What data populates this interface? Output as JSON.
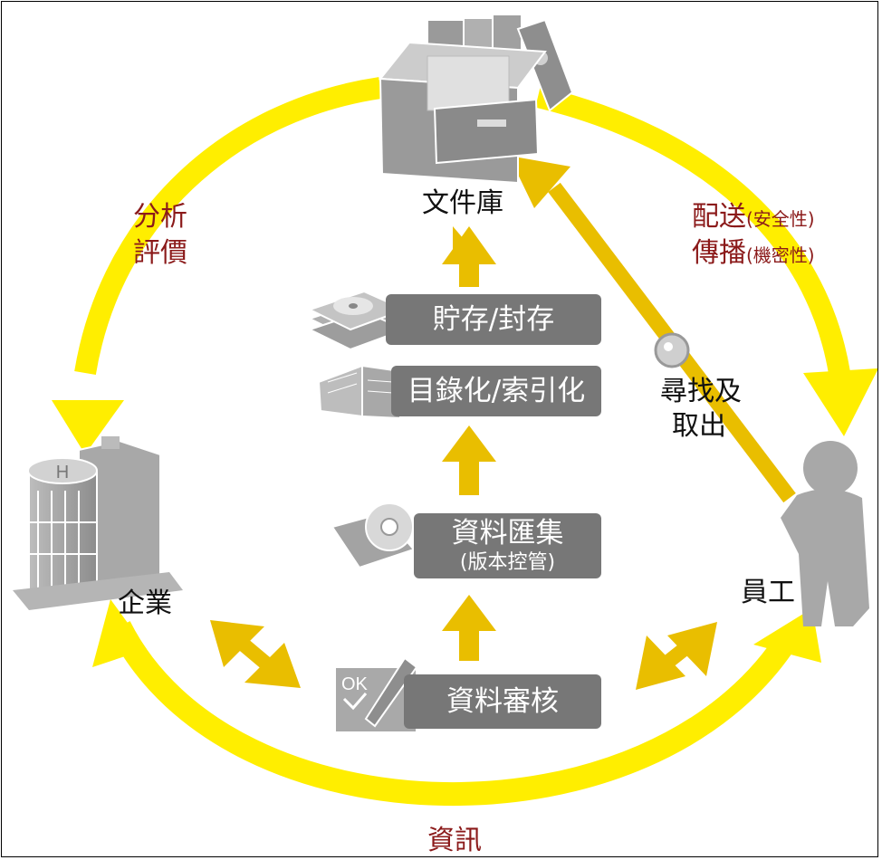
{
  "nodes": {
    "repository": "文件庫",
    "enterprise": "企業",
    "employee": "員工"
  },
  "cycle": {
    "left_label_line1": "分析",
    "left_label_line2": "評價",
    "right_label_line1_main": "配送",
    "right_label_line1_note": "(安全性)",
    "right_label_line2_main": "傳播",
    "right_label_line2_note": "(機密性)",
    "bottom_label": "資訊"
  },
  "retrieval": {
    "line1": "尋找及",
    "line2": "取出"
  },
  "steps": [
    {
      "label": "資料審核",
      "icon": "ok-pen-icon"
    },
    {
      "label": "資料匯集",
      "sub": "(版本控管)",
      "icon": "disc-book-icon"
    },
    {
      "label": "目錄化/索引化",
      "icon": "open-book-icon"
    },
    {
      "label": "貯存/封存",
      "icon": "disc-stack-icon"
    }
  ],
  "colors": {
    "cycle_yellow": "#ffee00",
    "flow_gold": "#e9be00",
    "step_box": "#777777",
    "icon_gray": "#9a9a9a",
    "label_red": "#8b1a1a"
  }
}
